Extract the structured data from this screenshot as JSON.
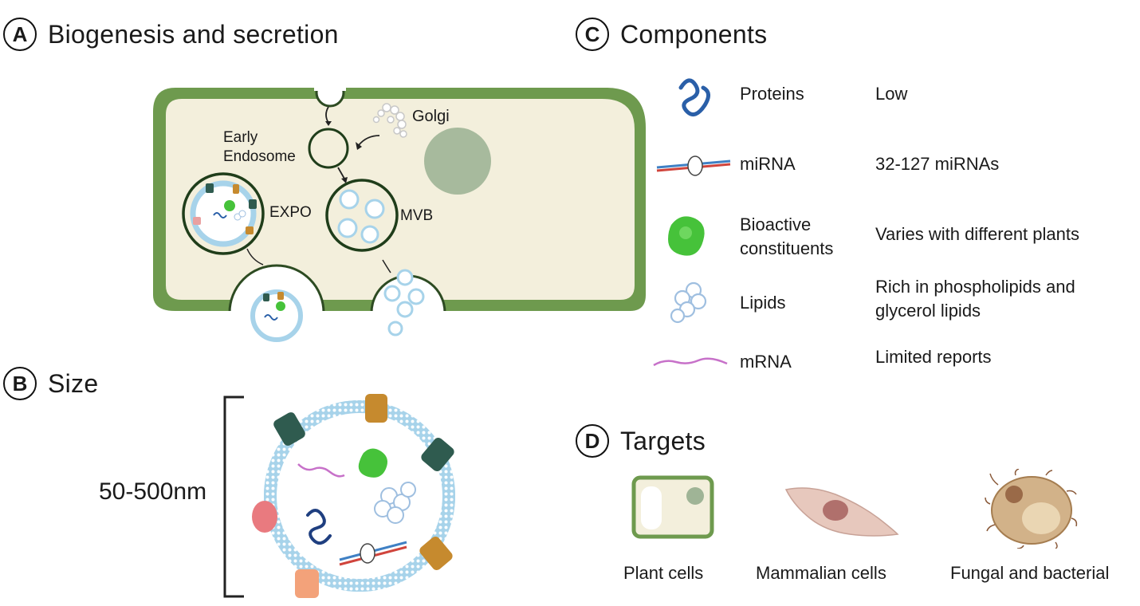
{
  "panels": {
    "a": {
      "letter": "A",
      "title": "Biogenesis and secretion"
    },
    "b": {
      "letter": "B",
      "title": "Size"
    },
    "c": {
      "letter": "C",
      "title": "Components"
    },
    "d": {
      "letter": "D",
      "title": "Targets"
    }
  },
  "biogenesis": {
    "golgi": "Golgi",
    "early_endosome_line1": "Early",
    "early_endosome_line2": "Endosome",
    "expo": "EXPO",
    "mvb": "MVB"
  },
  "size": {
    "label": "50-500nm"
  },
  "components": [
    {
      "icon": "protein-icon",
      "name": "Proteins",
      "desc": "Low"
    },
    {
      "icon": "mirna-icon",
      "name": "miRNA",
      "desc": "32-127 miRNAs"
    },
    {
      "icon": "bioactive-icon",
      "name_line1": "Bioactive",
      "name_line2": "constituents",
      "desc": "Varies with different plants"
    },
    {
      "icon": "lipid-icon",
      "name": "Lipids",
      "desc_line1": "Rich in phospholipids and",
      "desc_line2": "glycerol lipids"
    },
    {
      "icon": "mrna-icon",
      "name": "mRNA",
      "desc": "Limited reports"
    }
  ],
  "targets": [
    {
      "icon": "plant-cell-icon",
      "label": "Plant cells"
    },
    {
      "icon": "mammalian-cell-icon",
      "label": "Mammalian cells"
    },
    {
      "icon": "fungal-cell-icon",
      "label": "Fungal and bacterial"
    }
  ],
  "colors": {
    "cell_wall": "#6e9a4e",
    "cytoplasm": "#f3efdc",
    "membrane": "#a7d3ea",
    "nucleus": "#9fb496",
    "protein": "#2a5fa8",
    "bioactive": "#46c23a"
  }
}
